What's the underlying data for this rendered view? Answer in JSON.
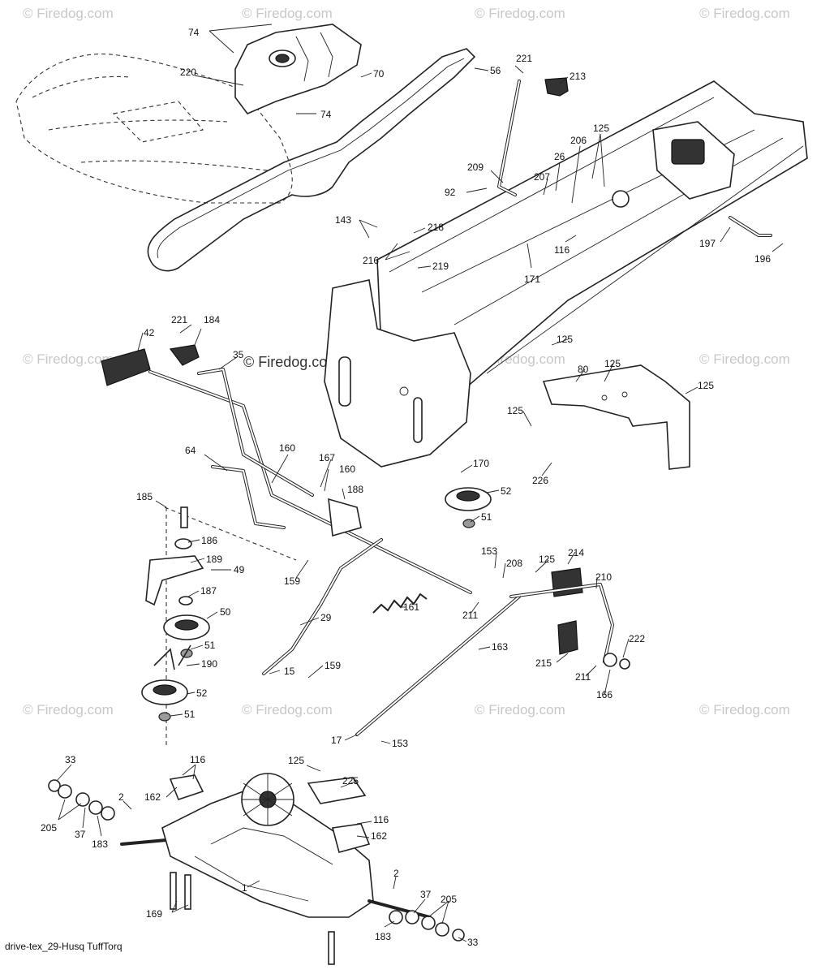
{
  "diagram": {
    "caption": "drive-tex_29-Husq TuffTorq",
    "watermark_text": "© Firedog.com",
    "main_watermark_text": "© Firedog.com",
    "labels": {
      "l74a": "74",
      "l74b": "74",
      "l220": "220",
      "l70": "70",
      "l56": "56",
      "l221a": "221",
      "l213": "213",
      "l125a": "125",
      "l206": "206",
      "l26": "26",
      "l209": "209",
      "l207": "207",
      "l92": "92",
      "l143": "143",
      "l218": "218",
      "l216": "216",
      "l219": "219",
      "l116a": "116",
      "l171": "171",
      "l197": "197",
      "l196": "196",
      "l221b": "221",
      "l184": "184",
      "l42": "42",
      "l35": "35",
      "l125b": "125",
      "l125c": "125",
      "l80": "80",
      "l125d": "125",
      "l125e": "125",
      "l226": "226",
      "l64": "64",
      "l160a": "160",
      "l167": "167",
      "l160b": "160",
      "l188": "188",
      "l170": "170",
      "l52a": "52",
      "l51a": "51",
      "l185": "185",
      "l186": "186",
      "l189": "189",
      "l49": "49",
      "l159a": "159",
      "l187": "187",
      "l50": "50",
      "l153a": "153",
      "l208": "208",
      "l125f": "125",
      "l214": "214",
      "l210": "210",
      "l211a": "211",
      "l161": "161",
      "l51b": "51",
      "l190": "190",
      "l29": "29",
      "l163": "163",
      "l15": "15",
      "l159b": "159",
      "l222": "222",
      "l215": "215",
      "l211b": "211",
      "l166": "166",
      "l52b": "52",
      "l51c": "51",
      "l17": "17",
      "l153b": "153",
      "l33a": "33",
      "l116b": "116",
      "l125g": "125",
      "l225": "225",
      "l2a": "2",
      "l162a": "162",
      "l205a": "205",
      "l37a": "37",
      "l183a": "183",
      "l116c": "116",
      "l162b": "162",
      "l1": "1",
      "l2b": "2",
      "l169": "169",
      "l37b": "37",
      "l205b": "205",
      "l33b": "33",
      "l183b": "183"
    }
  }
}
